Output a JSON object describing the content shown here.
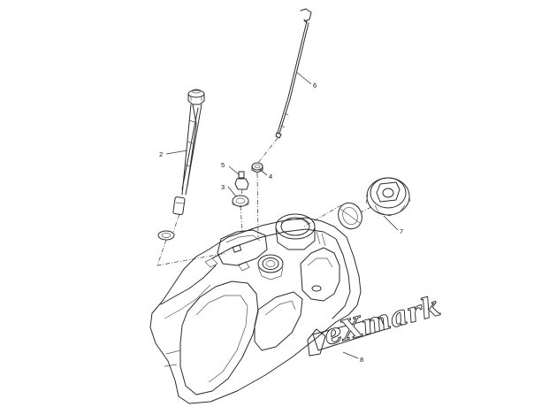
{
  "diagram": {
    "callouts": [
      "2",
      "3",
      "4",
      "5",
      "6",
      "7",
      "8"
    ],
    "brand_text": "eXmark"
  },
  "colors": {
    "line": "#2a2a2a",
    "background": "#ffffff"
  }
}
